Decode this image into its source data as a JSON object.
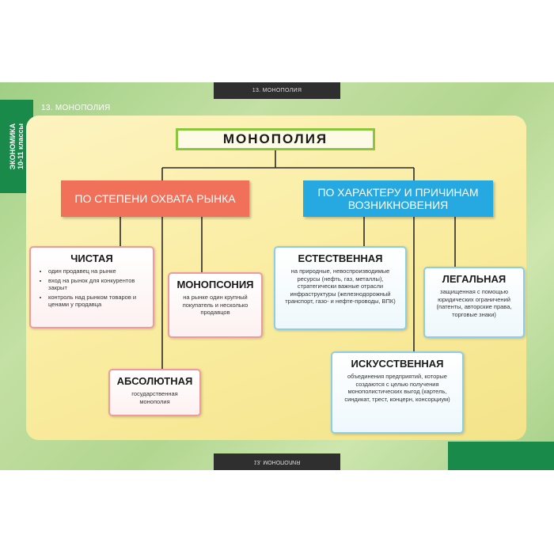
{
  "header": {
    "tab_title": "13. МОНОПОЛИЯ",
    "page_label": "13. МОНОПОЛИЯ",
    "side_tab": {
      "line1": "ЭКОНОМИКА",
      "line2": "10-11 классы"
    }
  },
  "diagram": {
    "title": "МОНОПОЛИЯ",
    "categories": [
      {
        "label": "ПО СТЕПЕНИ ОХВАТА РЫНКА",
        "color": "#f0705a"
      },
      {
        "label": "ПО ХАРАКТЕРУ И ПРИЧИНАМ ВОЗНИКНОВЕНИЯ",
        "color": "#26a9e0"
      }
    ],
    "types": {
      "pure": {
        "title": "ЧИСТАЯ",
        "bullets": [
          "один продавец на рынке",
          "вход на рынок для конкурентов закрыт",
          "контроль над рынком товаров и ценами у продавца"
        ]
      },
      "monopsony": {
        "title": "МОНОПСОНИЯ",
        "desc": "на рынке один крупный покупатель и несколько продавцов"
      },
      "absolute": {
        "title": "АБСОЛЮТНАЯ",
        "desc": "государственная монополия"
      },
      "natural": {
        "title": "ЕСТЕСТВЕННАЯ",
        "desc": "на природные, невоспроизводимые ресурсы (нефть, газ, металлы), стратегически важные отрасли инфраструктуры (железнодорожный транспорт, газо- и нефте-проводы, ВПК)"
      },
      "legal": {
        "title": "ЛЕГАЛЬНАЯ",
        "desc": "защищенная с помощью юридических ограничений (патенты, авторские права, торговые знаки)"
      },
      "artificial": {
        "title": "ИСКУССТВЕННАЯ",
        "desc": "объединения предприятий, которые создаются с целью получения монополистических выгод (картель, синдикат, трест, концерн, консорциум)"
      }
    }
  }
}
